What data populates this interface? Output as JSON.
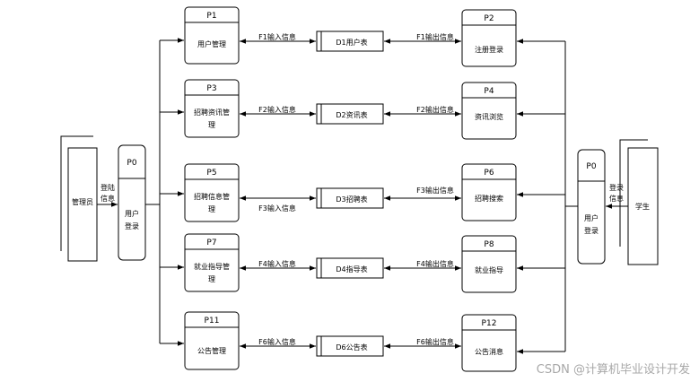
{
  "processes": {
    "p1": {
      "id": "P1",
      "name": "用户管理"
    },
    "p2": {
      "id": "P2",
      "name": "注册登录"
    },
    "p3": {
      "id": "P3",
      "name_l1": "招聘资讯管",
      "name_l2": "理"
    },
    "p4": {
      "id": "P4",
      "name": "资讯浏览"
    },
    "p5": {
      "id": "P5",
      "name_l1": "招聘信息管",
      "name_l2": "理"
    },
    "p6": {
      "id": "P6",
      "name": "招聘搜索"
    },
    "p7": {
      "id": "P7",
      "name_l1": "就业指导管",
      "name_l2": "理"
    },
    "p8": {
      "id": "P8",
      "name": "就业指导"
    },
    "p11": {
      "id": "P11",
      "name": "公告管理"
    },
    "p12": {
      "id": "P12",
      "name": "公告消息"
    },
    "p0_left": {
      "id": "P0",
      "name_l1": "用户",
      "name_l2": "登录"
    },
    "p0_right": {
      "id": "P0",
      "name_l1": "用户",
      "name_l2": "登录"
    }
  },
  "stores": {
    "d1": "D1用户表",
    "d2": "D2资讯表",
    "d3": "D3招聘表",
    "d4": "D4指导表",
    "d6": "D6公告表"
  },
  "entities": {
    "admin": "管理员",
    "student": "学生"
  },
  "flows": {
    "admin_login_l1": "登陆",
    "admin_login_l2": "信息",
    "student_login_l1": "登录",
    "student_login_l2": "信息",
    "f1_in": "F1输入信息",
    "f1_out": "F1输出信息",
    "f2_in": "F2输入信息",
    "f2_out": "F2输出信息",
    "f3_in": "F3输入信息",
    "f3_out": "F3输出信息",
    "f4_in": "F4输入信息",
    "f4_out": "F4输出信息",
    "f6_in": "F6输入信息",
    "f6_out": "F6输出信息"
  },
  "watermark": "CSDN @计算机毕业设计开发"
}
